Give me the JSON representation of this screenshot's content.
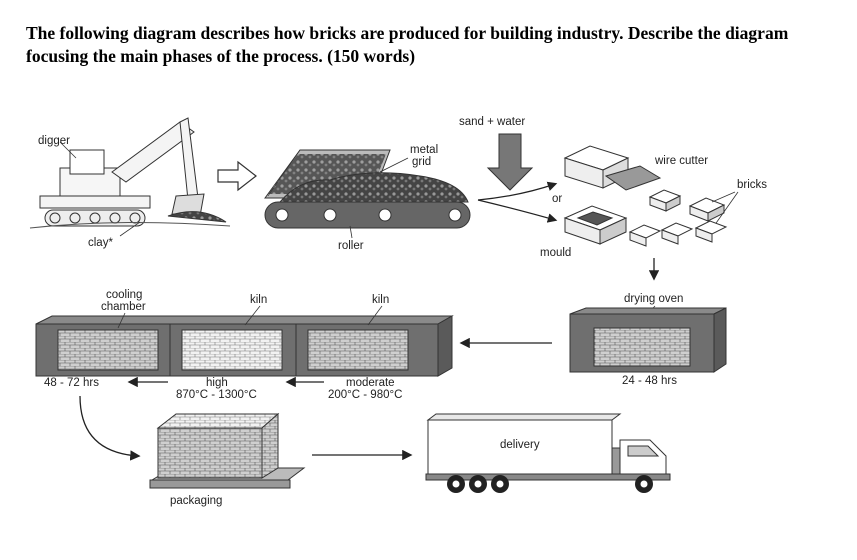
{
  "prompt": {
    "text": "The following diagram describes how bricks are produced for building industry. Describe the diagram focusing the main phases of the process. (150 words)"
  },
  "diagram": {
    "labels": {
      "digger": "digger",
      "clay": "clay*",
      "metal": "metal",
      "grid": "grid",
      "roller": "roller",
      "sand_water": "sand + water",
      "or": "or",
      "wire_cutter": "wire cutter",
      "bricks": "bricks",
      "mould": "mould",
      "drying_oven": "drying oven",
      "drying_time": "24 - 48 hrs",
      "cooling_1": "cooling",
      "cooling_2": "chamber",
      "kiln_high": "kiln",
      "kiln_moderate": "kiln",
      "cooling_time": "48 - 72 hrs",
      "high": "high",
      "high_temp": "870°C - 1300°C",
      "moderate": "moderate",
      "moderate_temp": "200°C - 980°C",
      "packaging": "packaging",
      "delivery": "delivery"
    },
    "colors": {
      "ink": "#222222",
      "box_grey": "#6f6f6f",
      "brick_light": "#dcdcdc"
    }
  }
}
